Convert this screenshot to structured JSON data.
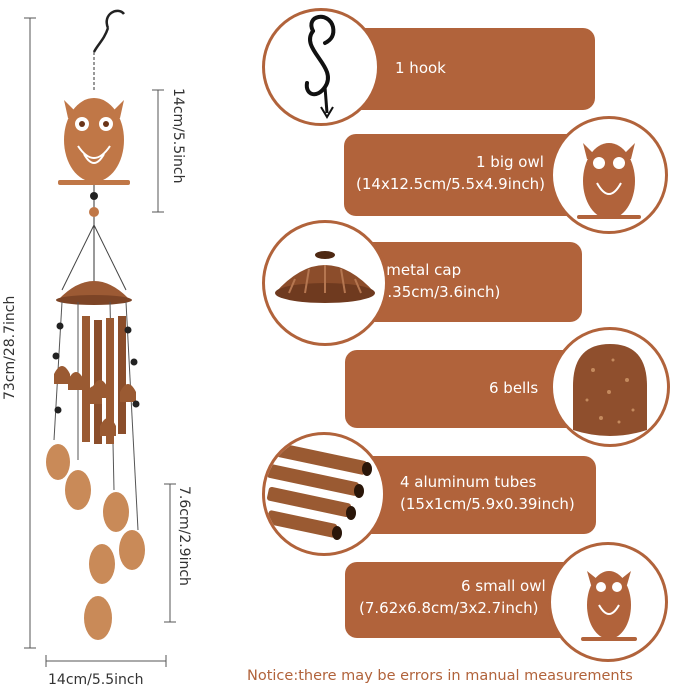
{
  "dimensions": {
    "total_height": "73cm/28.7inch",
    "owl_height": "14cm/5.5inch",
    "small_owl_height": "7.6cm/2.9inch",
    "width": "14cm/5.5inch"
  },
  "parts": [
    {
      "line1": "1 hook",
      "line2": ""
    },
    {
      "line1": "1 big owl",
      "line2": "(14x12.5cm/5.5x4.9inch)"
    },
    {
      "line1": "1 metal cap",
      "line2": "(9.35cm/3.6inch)"
    },
    {
      "line1": "6 bells",
      "line2": ""
    },
    {
      "line1": "4 aluminum tubes",
      "line2": "(15x1cm/5.9x0.39inch)"
    },
    {
      "line1": "6 small owl",
      "line2": "(7.62x6.8cm/3x2.7inch)"
    }
  ],
  "notice": "Notice:there may be errors in manual measurements",
  "colors": {
    "accent": "#b1633b",
    "copper": "#a0592e"
  }
}
